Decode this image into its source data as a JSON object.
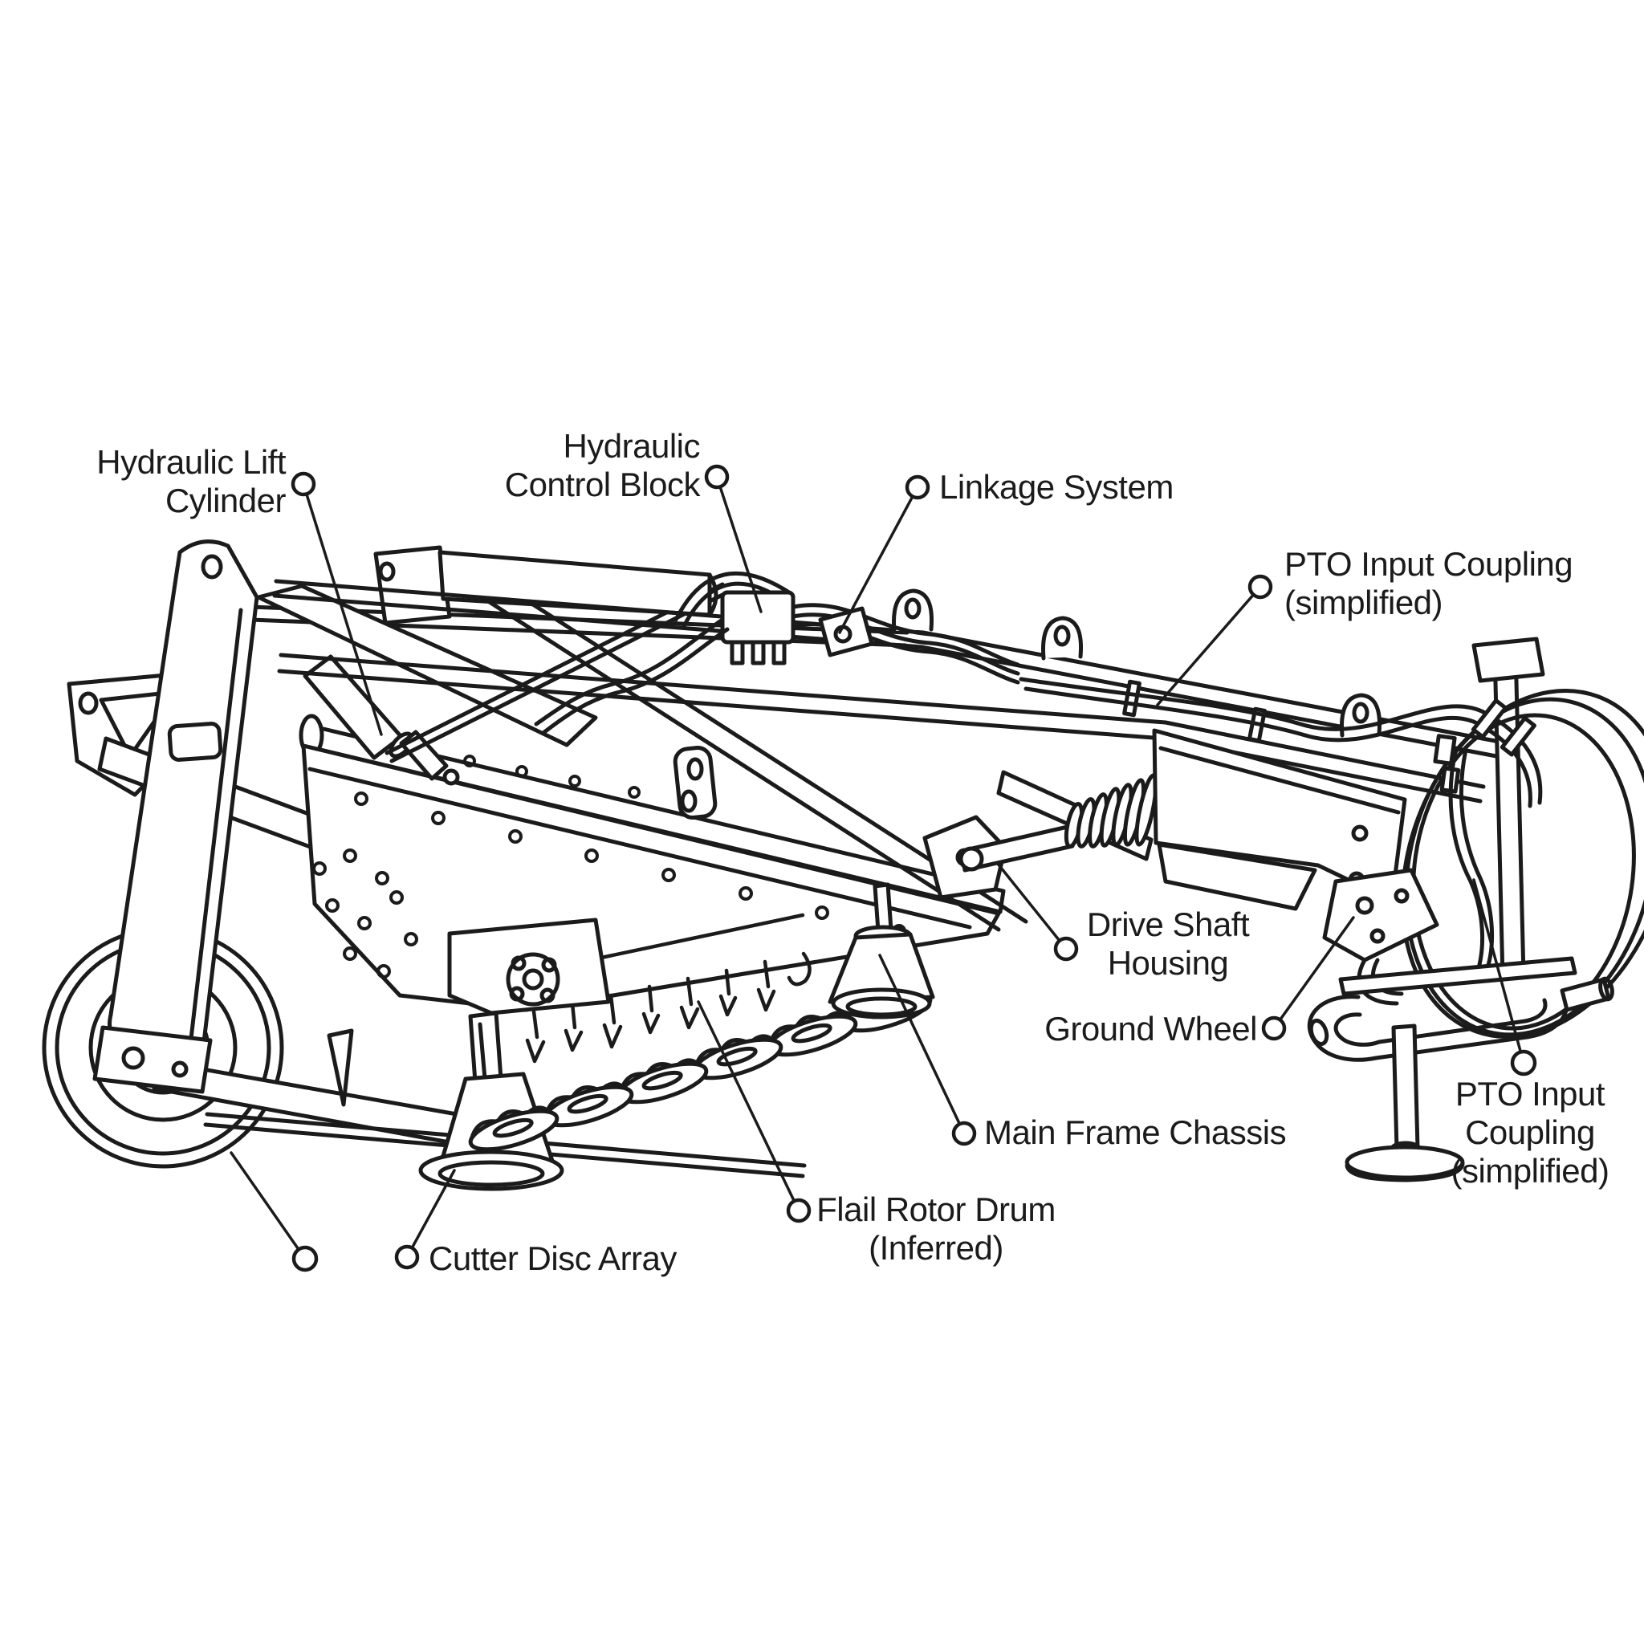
{
  "style": {
    "ink": "#1b1b1b",
    "paper": "#ffffff"
  },
  "diagram_subject": "disc mower implement line illustration",
  "callouts": {
    "hydraulic_lift_cylinder": {
      "line1": "Hydraulic Lift",
      "line2": "Cylinder"
    },
    "hydraulic_control_block": {
      "line1": "Hydraulic",
      "line2": "Control Block"
    },
    "linkage_system": {
      "label": "Linkage System"
    },
    "pto_input_coupling_top": {
      "line1": "PTO Input Coupling",
      "line2": "(simplified)"
    },
    "drive_shaft_housing": {
      "line1": "Drive Shaft",
      "line2": "Housing"
    },
    "ground_wheel": {
      "label": "Ground Wheel"
    },
    "main_frame_chassis": {
      "label": "Main Frame Chassis"
    },
    "flail_rotor_drum": {
      "line1": "Flail Rotor Drum",
      "line2": "(Inferred)"
    },
    "cutter_disc_array": {
      "label": "Cutter Disc Array"
    },
    "pto_input_coupling_bottom": {
      "line1": "PTO Input",
      "line2": "Coupling",
      "line3": "(simplified)"
    }
  }
}
